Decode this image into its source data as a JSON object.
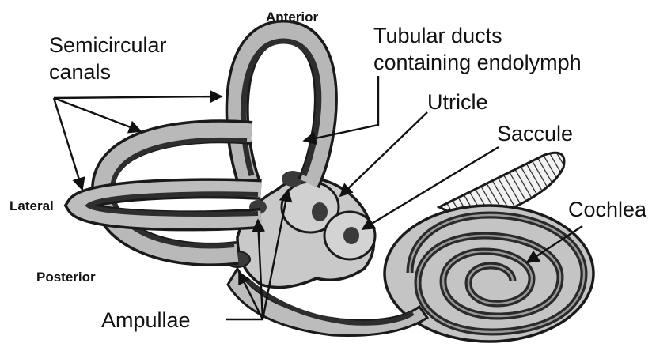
{
  "labels": {
    "anterior": "Anterior",
    "semicircular_line1": "Semicircular",
    "semicircular_line2": "canals",
    "tubular_line1": "Tubular ducts",
    "tubular_line2": "containing endolymph",
    "utricle": "Utricle",
    "saccule": "Saccule",
    "lateral": "Lateral",
    "cochlea": "Cochlea",
    "posterior": "Posterior",
    "ampullae": "Ampullae"
  },
  "colors": {
    "outline": "#1a1a1a",
    "canal_fill": "#b3b3b3",
    "duct_fill": "#3a3a3a",
    "vestibule_fill": "#c8c8c8",
    "background": "#ffffff"
  }
}
